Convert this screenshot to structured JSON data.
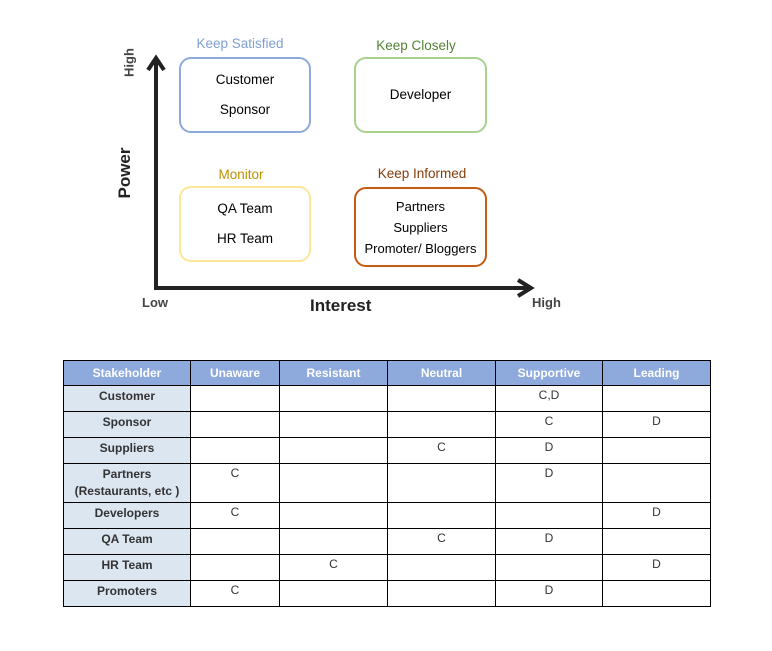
{
  "axes": {
    "y_label": "Power",
    "y_high": "High",
    "x_label": "Interest",
    "x_low": "Low",
    "x_high": "High"
  },
  "quadrants": {
    "keep_satisfied": {
      "title": "Keep Satisfied",
      "color": "#7f9fd1",
      "items": [
        "Customer",
        "Sponsor"
      ]
    },
    "keep_closely": {
      "title": "Keep Closely",
      "color": "#70ad47",
      "items": [
        "Developer"
      ]
    },
    "monitor": {
      "title": "Monitor",
      "color": "#bf9000",
      "border": "#ffe699",
      "items": [
        "QA Team",
        "HR Team"
      ]
    },
    "keep_informed": {
      "title": "Keep Informed",
      "color": "#843c0c",
      "border": "#c55a11",
      "items": [
        "Partners",
        "Suppliers",
        "Promoter/ Bloggers"
      ]
    }
  },
  "table": {
    "header_color": "#8ea9db",
    "name_cell_color": "#dce6f1",
    "headers": [
      "Stakeholder",
      "Unaware",
      "Resistant",
      "Neutral",
      "Supportive",
      "Leading"
    ],
    "rows": [
      {
        "name": "Customer",
        "cells": [
          "",
          "",
          "",
          "C,D",
          ""
        ]
      },
      {
        "name": "Sponsor",
        "cells": [
          "",
          "",
          "",
          "C",
          "D"
        ]
      },
      {
        "name": "Suppliers",
        "cells": [
          "",
          "",
          "C",
          "D",
          ""
        ]
      },
      {
        "name": "Partners",
        "name2": "(Restaurants, etc )",
        "cells": [
          "C",
          "",
          "",
          "D",
          ""
        ]
      },
      {
        "name": "Developers",
        "cells": [
          "C",
          "",
          "",
          "",
          "D"
        ]
      },
      {
        "name": "QA Team",
        "cells": [
          "",
          "",
          "C",
          "D",
          ""
        ]
      },
      {
        "name": "HR Team",
        "cells": [
          "",
          "C",
          "",
          "",
          "D"
        ]
      },
      {
        "name": "Promoters",
        "cells": [
          "C",
          "",
          "",
          "D",
          ""
        ]
      }
    ]
  }
}
